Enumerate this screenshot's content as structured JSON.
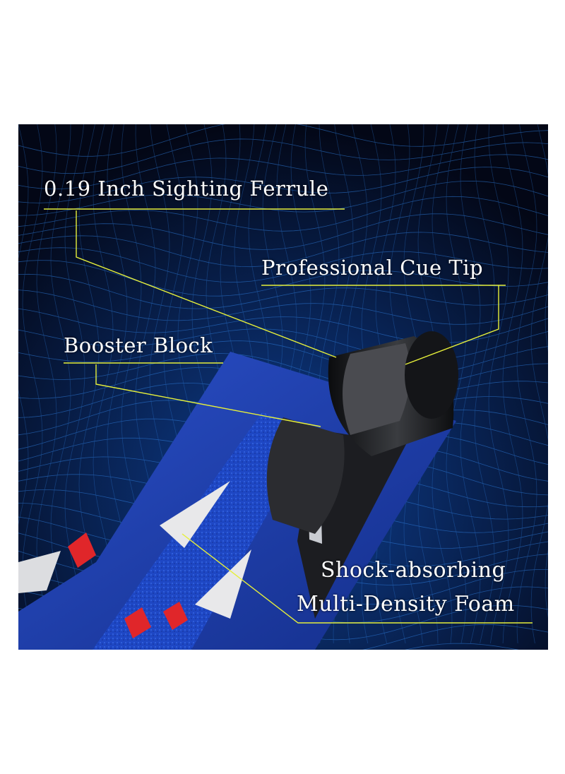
{
  "callouts": {
    "ferrule": "0.19 Inch Sighting  Ferrule",
    "cue_tip": "Professional Cue Tip",
    "booster": "Booster Block",
    "foam_line1": "Shock-absorbing",
    "foam_line2": "Multi-Density Foam"
  },
  "colors": {
    "background": "#ffffff",
    "panel_bg": "#050a1c",
    "mesh": "#2f7fe0",
    "leader_line": "#e6ef3a",
    "shaft_blue": "#1f3fa8",
    "accent_red": "#e0262a",
    "tip_black": "#1a1b1e"
  }
}
